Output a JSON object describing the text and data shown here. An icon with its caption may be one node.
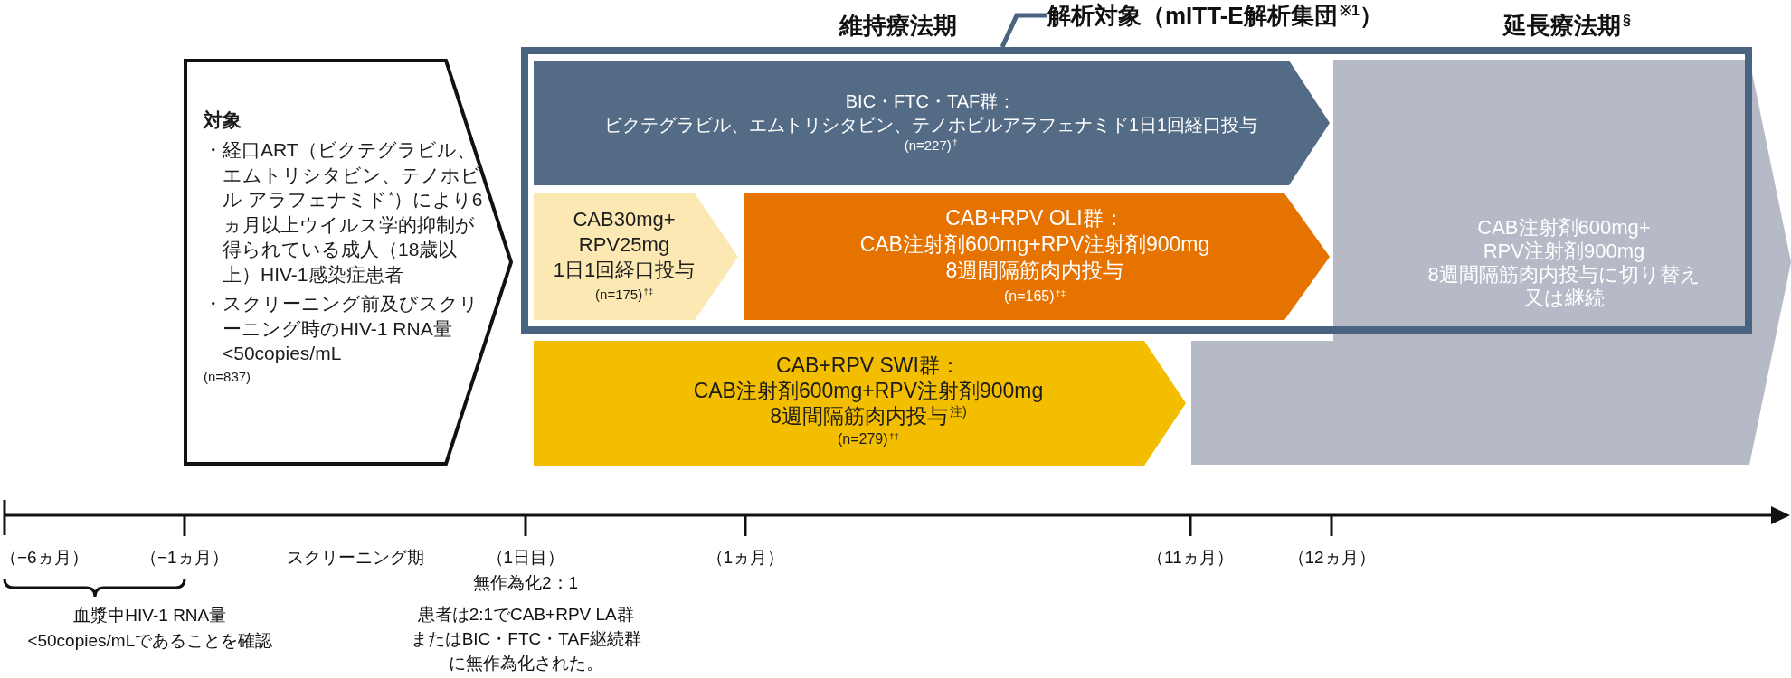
{
  "diagram": {
    "nodes": [
      {
        "text": [
          "対象",
          "・経口ART（ビクテグラビル、エムトリシタビン、テノホビル アラフェナミド$^{*}$）により6ヵ月以上ウイルス学的抑制が得られている成人（18歳以上）HIV-1感染症患者",
          "・スクリーニング前及びスクリーニング時のHIV-1 RNA量<50copies/mL",
          "(n=837)"
        ]
      },
      {
        "text": [
          "解析対象（mITT-E解析集団$^{※1}$）"
        ]
      },
      {
        "text": [],
        "shape": "box"
      },
      {
        "text": [
          "BIC・FTC・TAF群：",
          "ビクテグラビル、エムトリシタビン、テノホビルアラフェナミド1日1回経口投与",
          "(n=227)$^{†}$"
        ],
        "in": 2
      },
      {
        "text": [
          "CAB30mg+RPV25mg",
          "1日1回経口投与",
          "(n=175)$^{†‡}$"
        ],
        "in": 2
      },
      {
        "text": [
          "CAB+RPV OLI群：",
          "CAB注射剤600mg+RPV注射剤900mg",
          "8週間隔筋肉内投与",
          "(n=165)$^{†‡}$"
        ],
        "in": 2
      },
      {
        "text": [
          "CAB+RPV SWI群：",
          "CAB注射剤600mg+RPV注射剤900mg",
          "8週間隔筋肉内投与$^{注)}$",
          "(n=279)$^{†‡}$"
        ]
      },
      {
        "text": [
          "CAB注射剤600mg+RPV注射剤900mg",
          "8週間隔筋肉内投与に切り替え又は継続"
        ]
      }
    ],
    "edges": [
      {
        "from": 1,
        "to": 2,
        "arrow": "none"
      }
    ],
    "labels": [
      "維持療法期",
      "延長療法期$^{§}$",
      "（−6ヵ月）",
      "（−1ヵ月）",
      "スクリーニング期",
      "（1日目）",
      "（1ヵ月）",
      "（11ヵ月）",
      "（12ヵ月）",
      "無作為化2：1",
      "血漿中HIV-1 RNA量<50copies/mLであることを確認",
      "患者は2:1でCAB+RPV LA群またはBIC・FTC・TAF継続群に無作為化された。"
    ]
  }
}
